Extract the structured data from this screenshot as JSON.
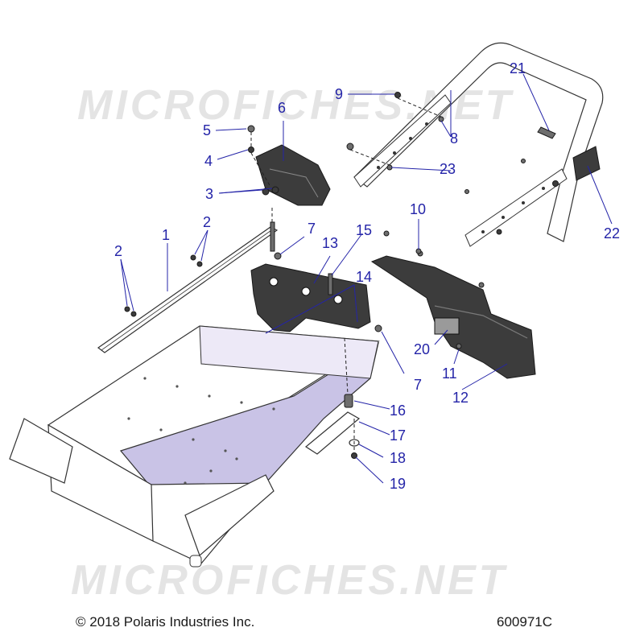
{
  "watermarks": [
    "MICROFICHES.NET",
    "MICROFICHES.NET"
  ],
  "footer": {
    "copyright": "© 2018 Polaris Industries Inc.",
    "figure_id": "600971C"
  },
  "callouts": [
    "1",
    "2",
    "2",
    "3",
    "4",
    "5",
    "6",
    "7",
    "7",
    "8",
    "9",
    "10",
    "11",
    "12",
    "13",
    "14",
    "15",
    "16",
    "17",
    "18",
    "19",
    "20",
    "21",
    "22",
    "23"
  ],
  "colors": {
    "callout": "#2424a8",
    "tunnel_tint": "#c9c3e6",
    "part_dark": "#3c3c3c"
  }
}
